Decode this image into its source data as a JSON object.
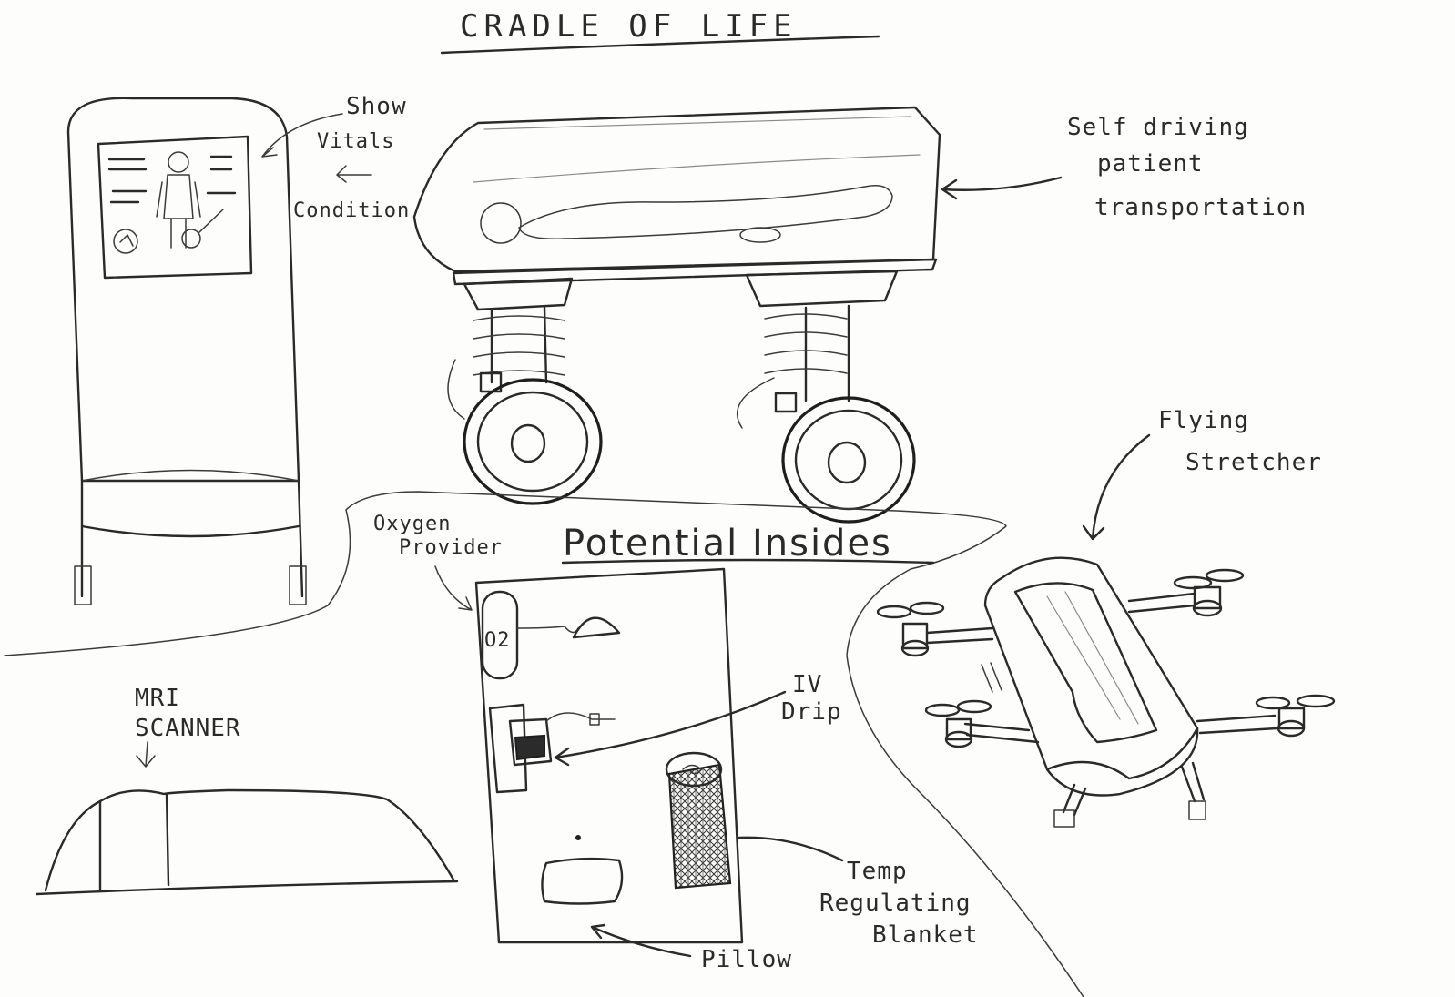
{
  "title": "CRADLE OF LIFE",
  "annotations": {
    "show_vitals": [
      "Show",
      "Vitals",
      "Condition"
    ],
    "self_driving": [
      "Self driving",
      "patient",
      "transportation"
    ],
    "potential_insides": "Potential Insides",
    "oxygen_provider": [
      "Oxygen",
      "Provider"
    ],
    "oxygen_symbol": "O2",
    "flying_stretcher": [
      "Flying",
      "Stretcher"
    ],
    "mri_scanner": [
      "MRI",
      "SCANNER"
    ],
    "iv_drip": [
      "IV",
      "Drip"
    ],
    "temp_blanket": [
      "Temp",
      "Regulating",
      "Blanket"
    ],
    "pillow": "Pillow"
  },
  "colors": {
    "ink": "#2a2a2a",
    "paper": "#fdfdfc"
  }
}
